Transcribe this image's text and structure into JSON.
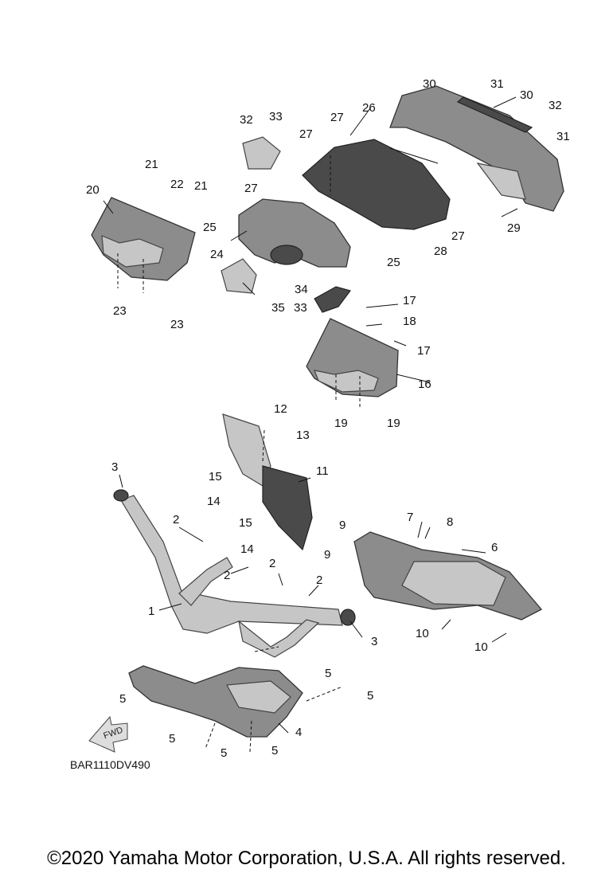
{
  "diagram": {
    "code": "BAR1110DV490",
    "fwd_label": "FWD",
    "callouts": [
      "1",
      "2",
      "2",
      "2",
      "2",
      "3",
      "3",
      "4",
      "5",
      "5",
      "5",
      "5",
      "5",
      "5",
      "6",
      "7",
      "8",
      "9",
      "9",
      "10",
      "10",
      "11",
      "12",
      "13",
      "14",
      "14",
      "15",
      "15",
      "16",
      "17",
      "17",
      "18",
      "19",
      "19",
      "20",
      "21",
      "21",
      "22",
      "23",
      "23",
      "24",
      "25",
      "25",
      "26",
      "27",
      "27",
      "27",
      "27",
      "28",
      "29",
      "30",
      "30",
      "31",
      "31",
      "32",
      "32",
      "33",
      "33",
      "34",
      "35"
    ]
  },
  "footer": {
    "copyright": "©2020 Yamaha Motor Corporation, U.S.A. All rights reserved."
  }
}
